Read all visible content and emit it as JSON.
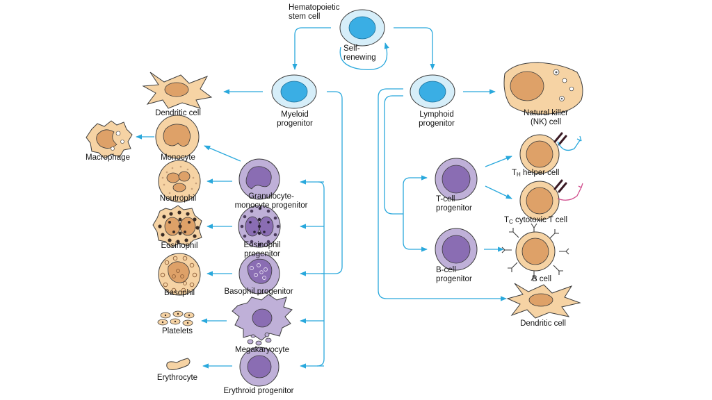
{
  "labels": {
    "stem_cell": "Hematopoietic\nstem cell",
    "self_renewing": "Self-\nrenewing",
    "myeloid_progenitor": "Myeloid\nprogenitor",
    "lymphoid_progenitor": "Lymphoid\nprogenitor",
    "dendritic_cell_left": "Dendritic cell",
    "monocyte": "Monocyte",
    "macrophage": "Macrophage",
    "neutrophil": "Neutrophil",
    "granulocyte_monocyte_progenitor": "Granulocyte-\nmonocyte progenitor",
    "eosinophil": "Eosinophil",
    "eosinophil_progenitor": "Eosinophil\nprogenitor",
    "basophil": "Basophil",
    "basophil_progenitor": "Basophil progenitor",
    "platelets": "Platelets",
    "megakaryocyte": "Megakaryocyte",
    "erythrocyte": "Erythrocyte",
    "erythroid_progenitor": "Erythroid progenitor",
    "nk_cell": "Natural killer\n(NK) cell",
    "th_prefix": "T",
    "th_sub": "H",
    "th_suffix": " helper cell",
    "tc_prefix": "T",
    "tc_sub": "C",
    "tc_suffix": " cytotoxic T cell",
    "t_cell_progenitor": "T-cell\nprogenitor",
    "b_cell_progenitor": "B-cell\nprogenitor",
    "b_cell": "B cell",
    "dendritic_cell_right": "Dendritic cell"
  },
  "colors": {
    "arrow": "#29a8dc",
    "progenitor_blue": "#3aaee4",
    "progenitor_blue_light": "#d6eef9",
    "cell_tan": "#f6d3a4",
    "nucleus_tan": "#dea168",
    "progenitor_purple": "#bfb0d8",
    "nucleus_purple": "#8a6db3",
    "outline": "#3b3b3b",
    "granule_dark": "#3a2c25",
    "tc_receptor": "#d04c8c",
    "receptor_dark": "#3a1a24"
  }
}
